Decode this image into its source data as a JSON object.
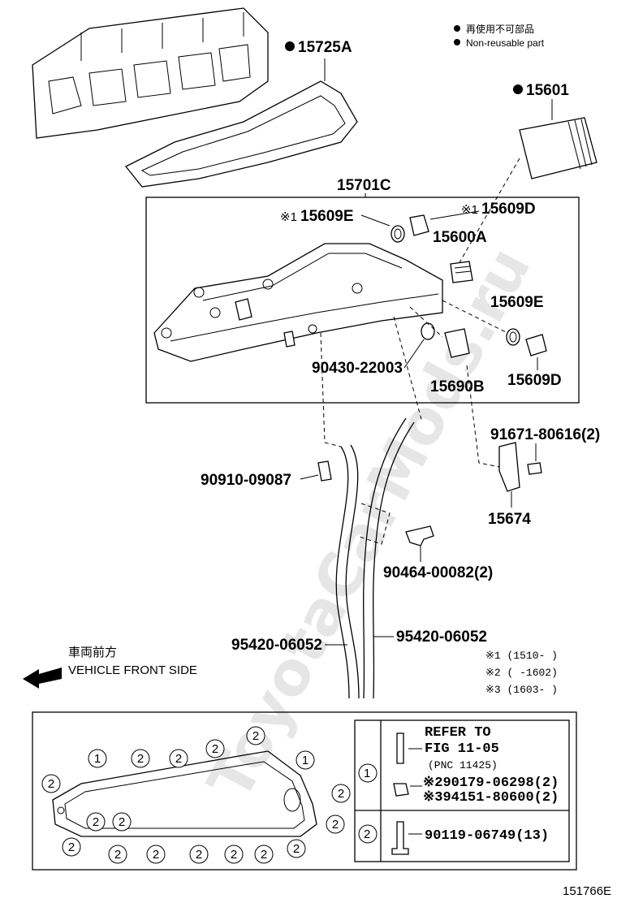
{
  "legend": {
    "line1": "再使用不可部品",
    "line2": "Non-reusable part"
  },
  "watermark": "ToyotaCarMods.ru",
  "parts": {
    "p15725A": "15725A",
    "p15601": "15601",
    "p15701C": "15701C",
    "p15609E_top": "15609E",
    "p15609D_top": "15609D",
    "p15600A": "15600A",
    "p15609E_right": "15609E",
    "p90430": "90430-22003",
    "p15690B": "15690B",
    "p15609D_right": "15609D",
    "p91671": "91671-80616(2)",
    "p90910": "90910-09087",
    "p15674": "15674",
    "p90464": "90464-00082(2)",
    "p95420_left": "95420-06052",
    "p95420_right": "95420-06052"
  },
  "marks": {
    "ref1": "※1",
    "ref1b": "※1"
  },
  "notes": {
    "note1": "※1 (1510-      )",
    "note2": "※2 (      -1602)",
    "note3": "※3 (1603-      )"
  },
  "direction": {
    "jp": "車両前方",
    "en": "VEHICLE FRONT SIDE"
  },
  "gasket_marks": [
    "1",
    "2",
    "2",
    "2",
    "2",
    "1",
    "2",
    "2",
    "2",
    "2",
    "2",
    "2",
    "2",
    "2",
    "2",
    "2",
    "2",
    "2"
  ],
  "table": {
    "row1_num": "1",
    "refer": "REFER TO",
    "fig": "FIG 11-05",
    "pnc": "(PNC 11425)",
    "item_a": "※290179-06298(2)",
    "item_b": "※394151-80600(2)",
    "row2_num": "2",
    "item_c": "90119-06749(13)"
  },
  "figure_id": "151766E"
}
